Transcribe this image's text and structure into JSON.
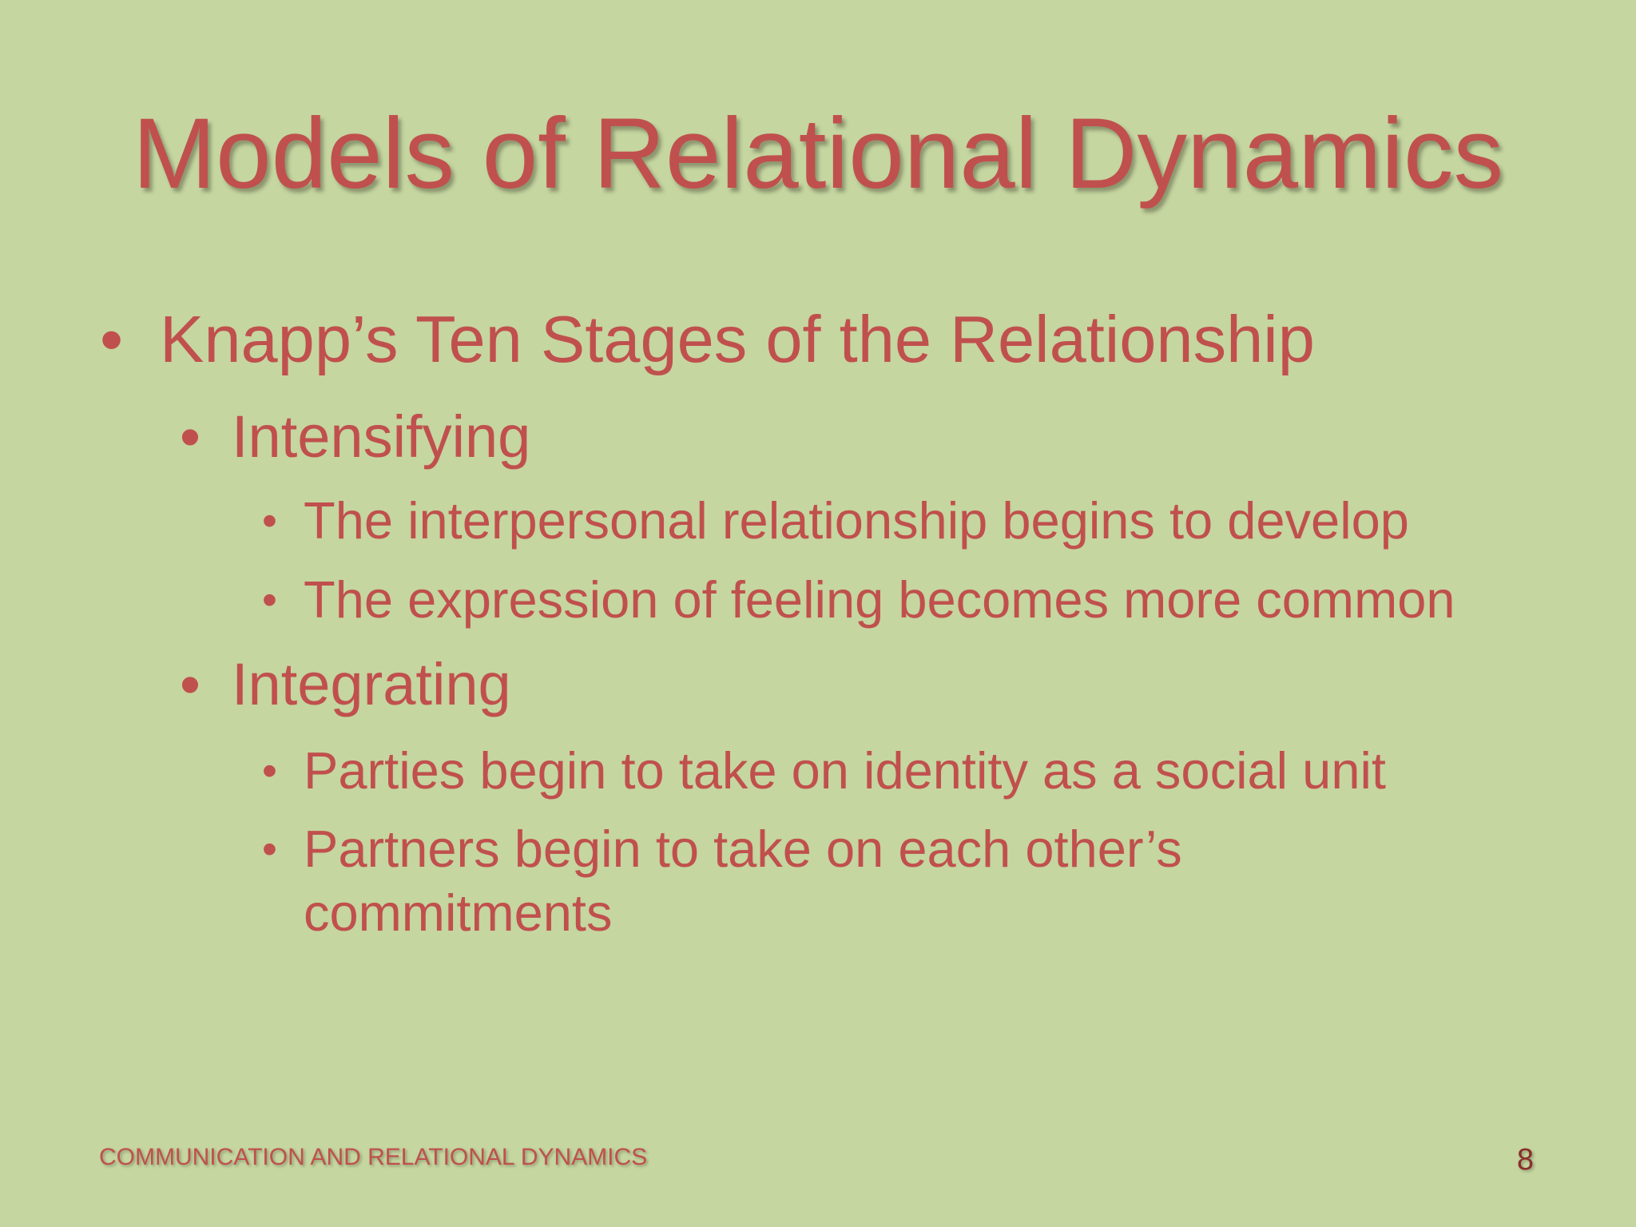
{
  "slide": {
    "title": "Models of Relational Dynamics",
    "bullet_char": "•",
    "items": [
      {
        "level": 1,
        "text": "Knapp’s Ten Stages of the Relationship"
      },
      {
        "level": 2,
        "text": "Intensifying"
      },
      {
        "level": 3,
        "text": "The interpersonal relationship begins to develop"
      },
      {
        "level": 3,
        "text": "The expression of feeling becomes more common"
      },
      {
        "level": 2,
        "text": "Integrating"
      },
      {
        "level": 3,
        "text": "Parties begin to take on identity as a social unit"
      },
      {
        "level": 3,
        "text": "Partners begin to take on each other’s"
      },
      {
        "level": 3,
        "continuation": true,
        "text": "commitments"
      }
    ],
    "footer": "COMMUNICATION AND RELATIONAL DYNAMICS",
    "page_number": "8"
  },
  "colors": {
    "background": "#c5d6a0",
    "text": "#c0504d",
    "page_number": "#8b2e2a"
  }
}
